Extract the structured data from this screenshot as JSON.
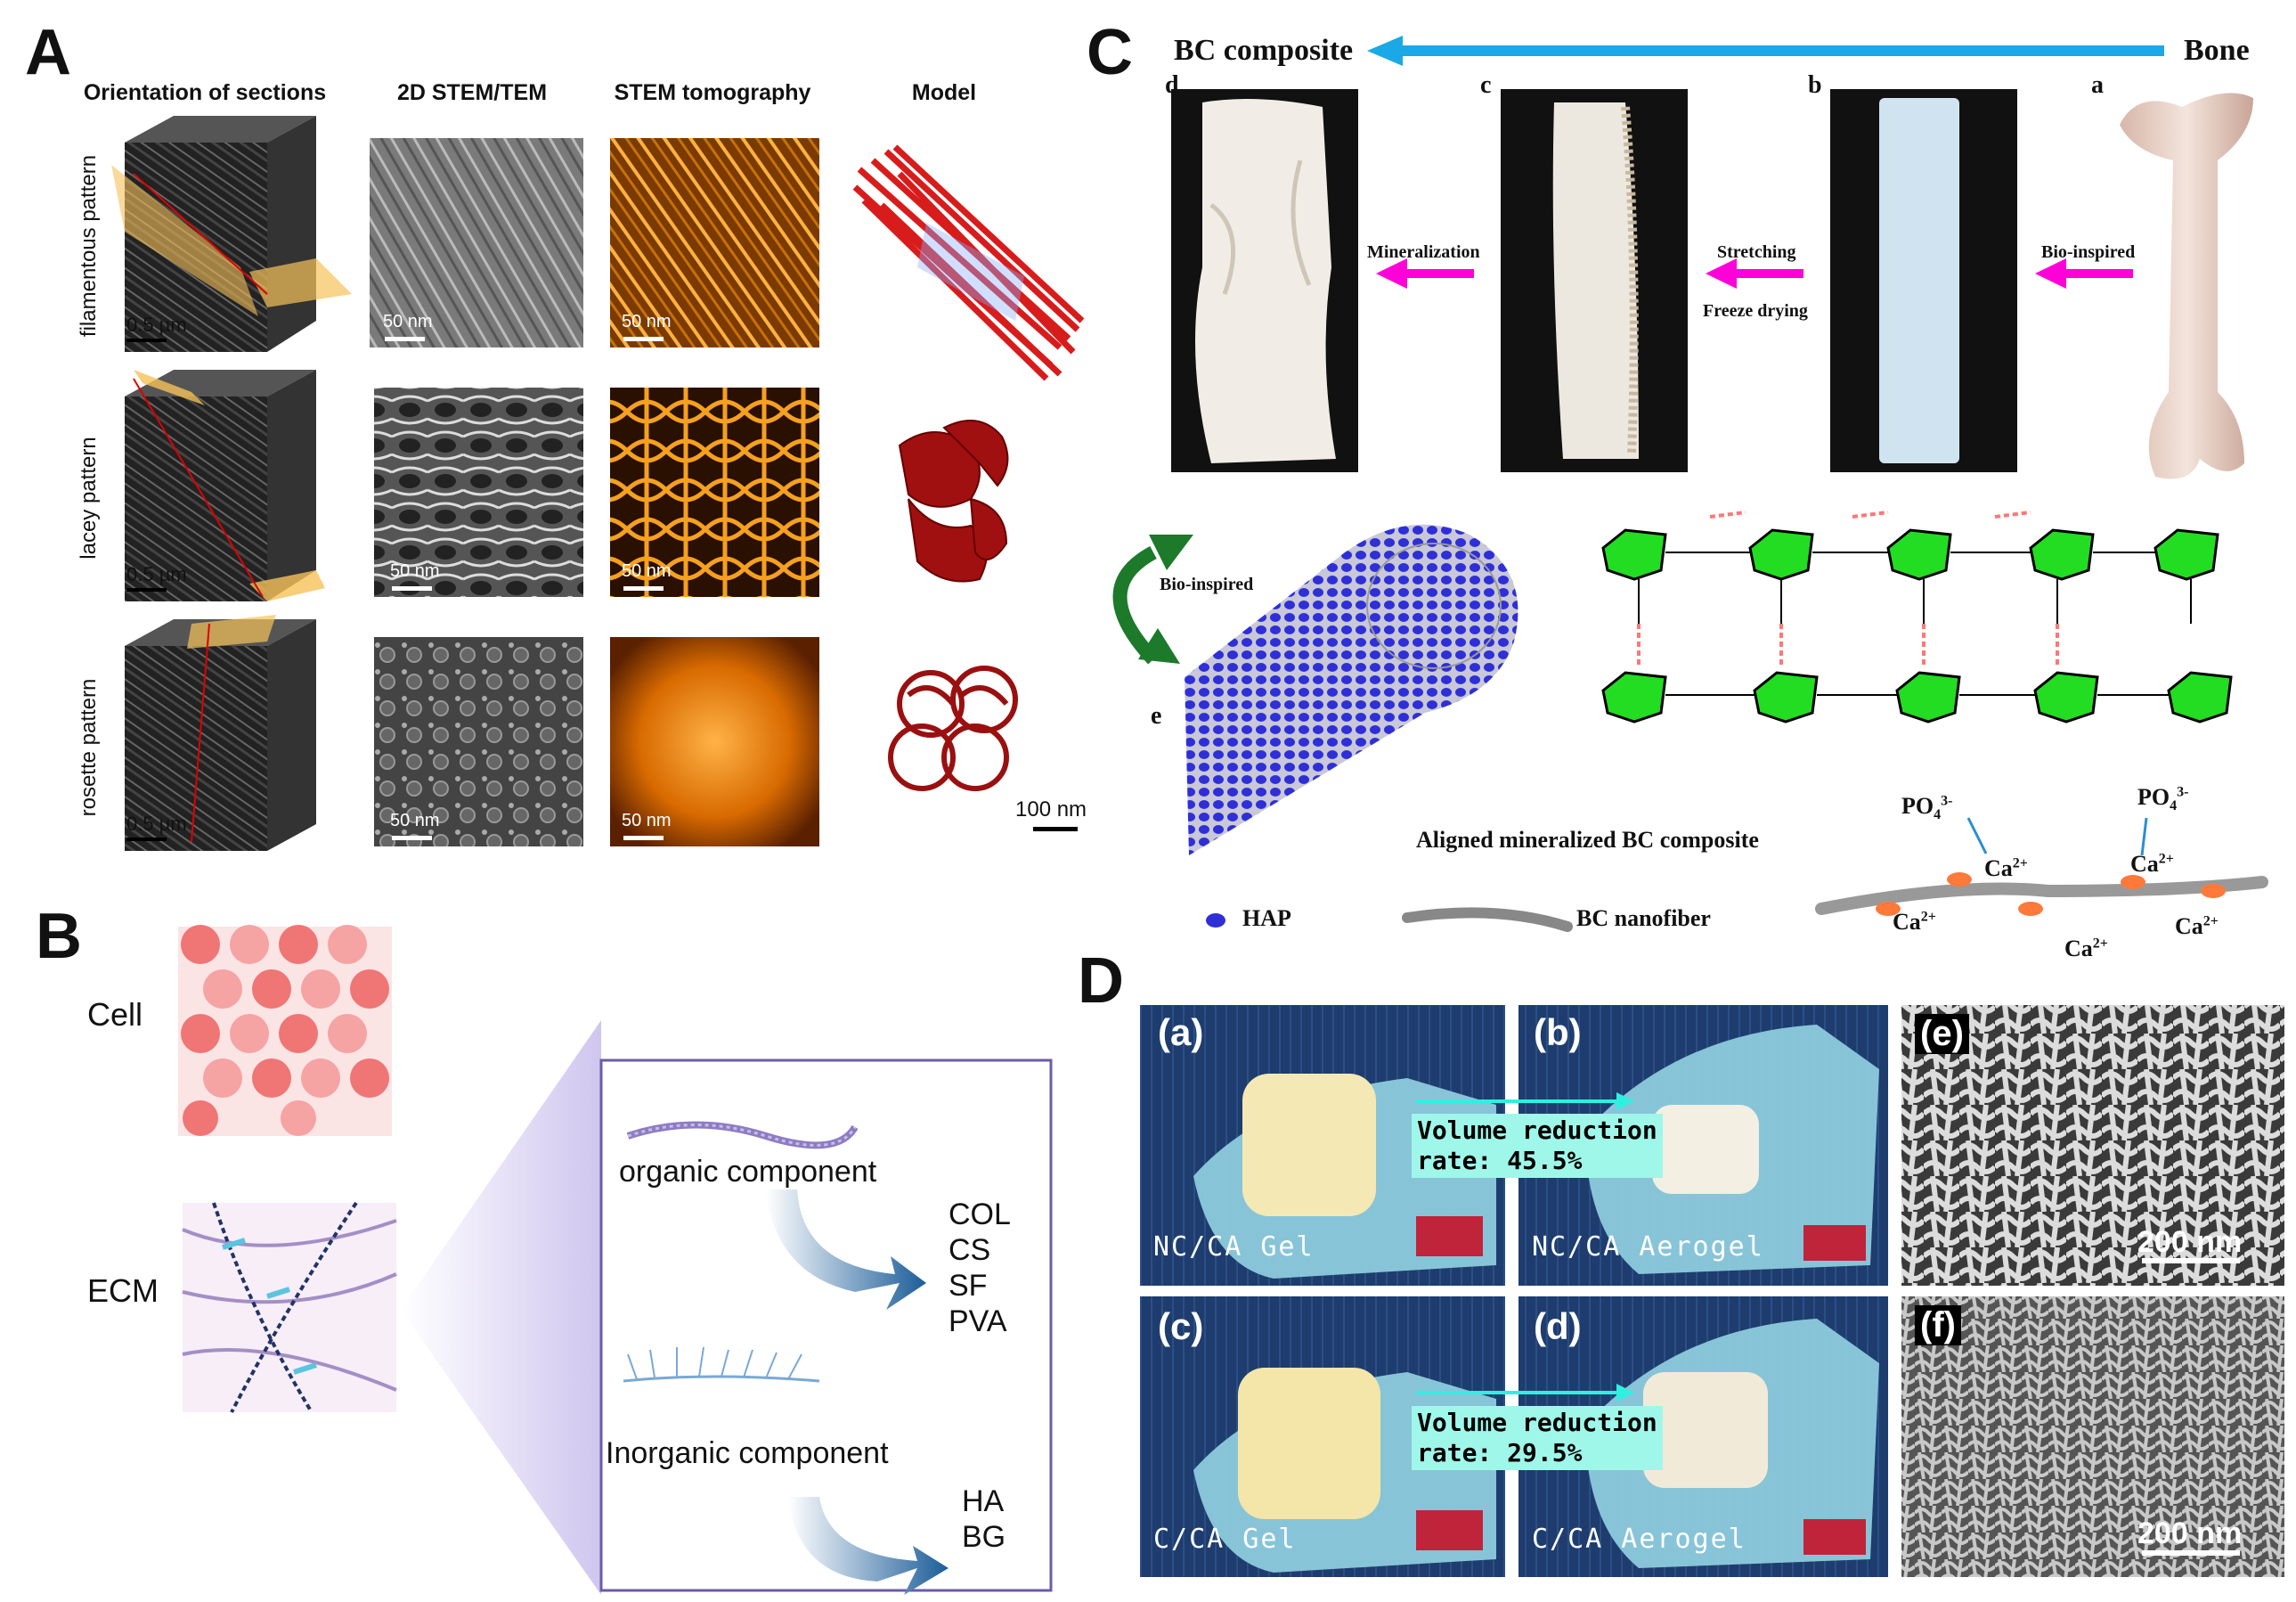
{
  "panelA": {
    "letter": "A",
    "headers": [
      "Orientation of sections",
      "2D STEM/TEM",
      "STEM tomography",
      "Model"
    ],
    "rows": [
      {
        "label": "filamentous pattern",
        "cube_scale": "0.5 µm",
        "tem_scale": "50 nm",
        "tomo_scale": "50 nm"
      },
      {
        "label": "lacey pattern",
        "cube_scale": "0.5 µm",
        "tem_scale": "50 nm",
        "tomo_scale": "50 nm"
      },
      {
        "label": "rosette pattern",
        "cube_scale": "0.5 µm",
        "tem_scale": "50 nm",
        "tomo_scale": "50 nm"
      }
    ],
    "model_scale": "100 nm"
  },
  "panelB": {
    "letter": "B",
    "cell_label": "Cell",
    "ecm_label": "ECM",
    "organic_label": "organic component",
    "organic_items": [
      "COL",
      "CS",
      "SF",
      "PVA"
    ],
    "inorganic_label": "Inorganic component",
    "inorganic_items": [
      "HA",
      "BG"
    ]
  },
  "panelC": {
    "letter": "C",
    "left_title": "BC composite",
    "right_title": "Bone",
    "sublabels": [
      "d",
      "c",
      "b",
      "a",
      "e"
    ],
    "step_mineralization": "Mineralization",
    "step_stretching": "Stretching",
    "step_freeze": "Freeze drying",
    "step_bio": "Bio-inspired",
    "curve_bio": "Bio-inspired",
    "aligned_label": "Aligned mineralized BC composite",
    "legend_hap": "HAP",
    "legend_nanofiber": "BC nanofiber",
    "ions": {
      "po4": "PO",
      "po4_sub": "4",
      "po4_sup": "3-",
      "ca": "Ca",
      "ca_sup": "2+"
    }
  },
  "panelD": {
    "letter": "D",
    "labels": [
      "(a)",
      "(b)",
      "(c)",
      "(d)",
      "(e)",
      "(f)"
    ],
    "captions": [
      "NC/CA Gel",
      "NC/CA Aerogel",
      "C/CA Gel",
      "C/CA Aerogel"
    ],
    "vr1_line1": "Volume reduction",
    "vr1_line2": "rate: 45.5%",
    "vr2_line1": "Volume reduction",
    "vr2_line2": "rate: 29.5%",
    "sem_scale": "200 nm"
  },
  "colors": {
    "arrow_blue": "#1aa9e6",
    "magenta": "#ff00d8",
    "glucose_green": "#22dd22",
    "hap_blue": "#2f2fd8",
    "box_border": "#6b5ba8",
    "cyan_label": "#9ff7ea"
  }
}
